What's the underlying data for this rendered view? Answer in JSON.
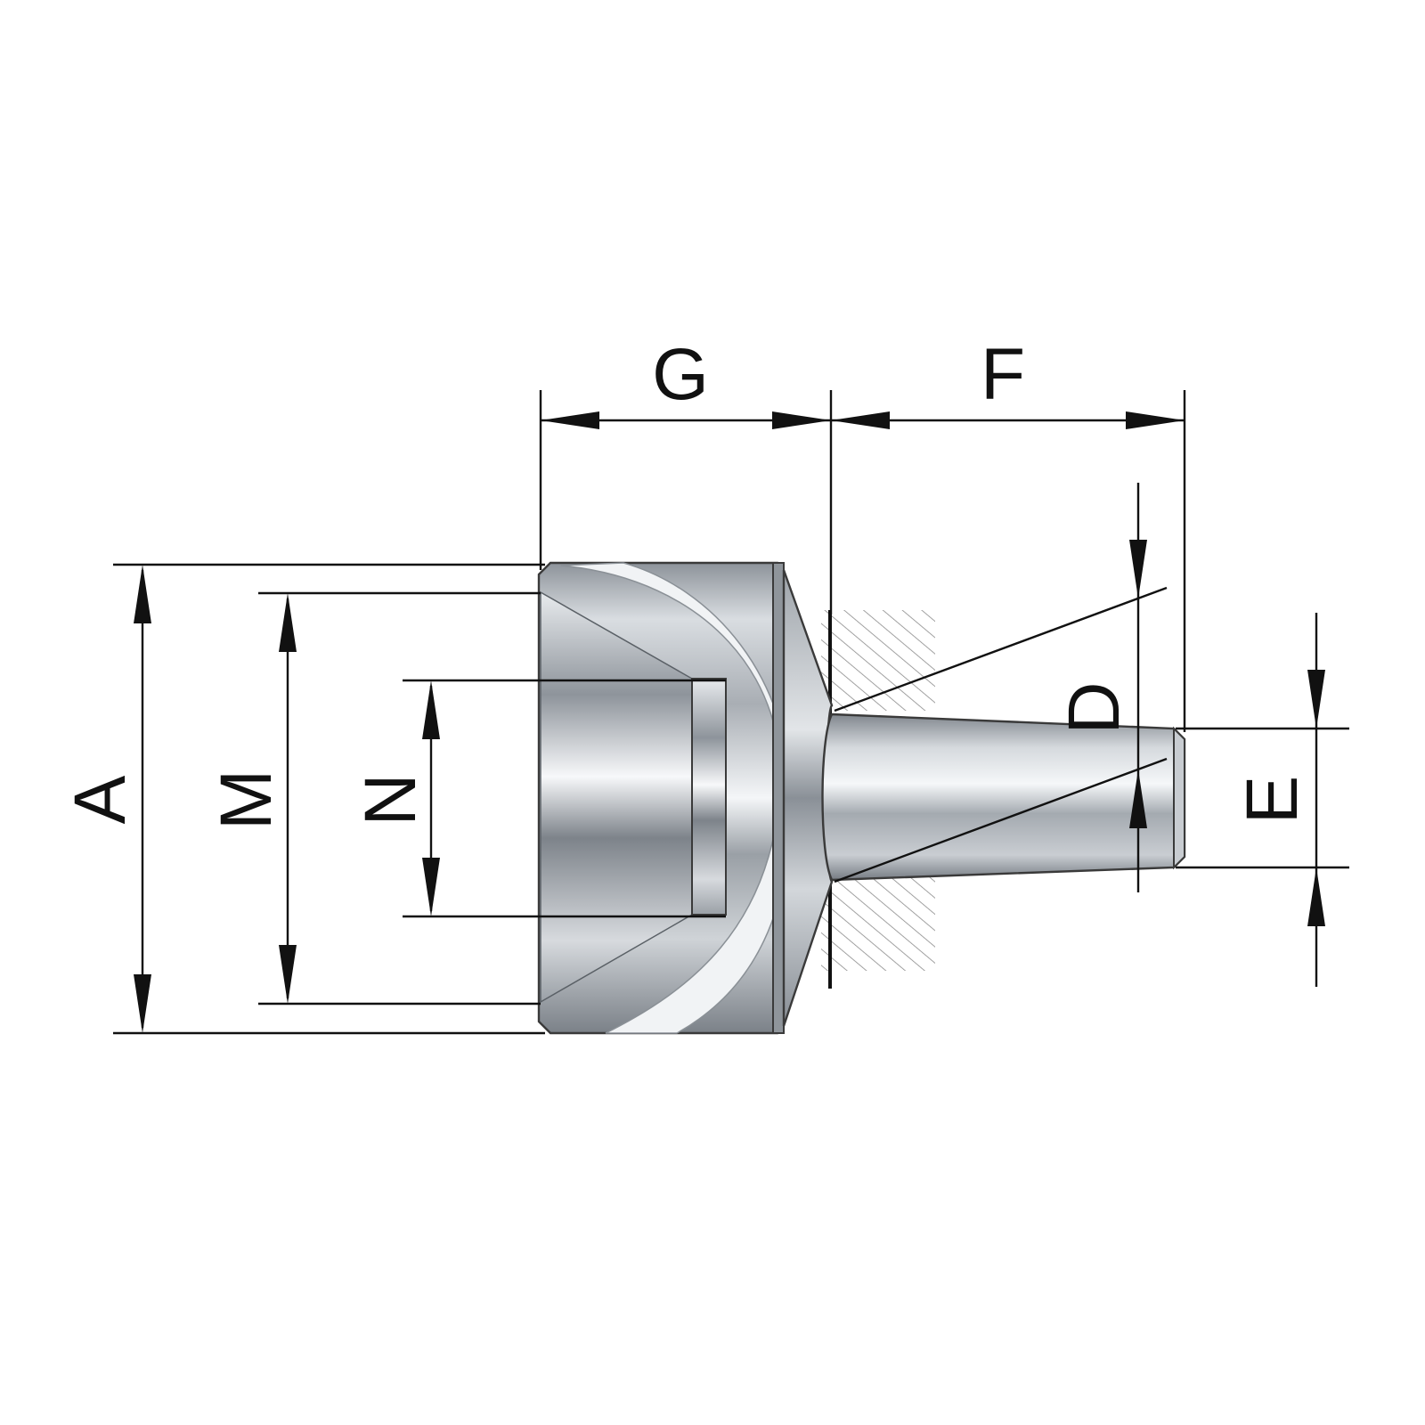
{
  "diagram": {
    "labels": {
      "A": "A",
      "M": "M",
      "N": "N",
      "G": "G",
      "F": "F",
      "D": "D",
      "E": "E"
    },
    "colors": {
      "line": "#111111",
      "steel_light": "#f2f4f6",
      "steel_mid": "#b9bec4",
      "steel_dark": "#6f757c",
      "hatch": "#8a8a8a"
    }
  }
}
